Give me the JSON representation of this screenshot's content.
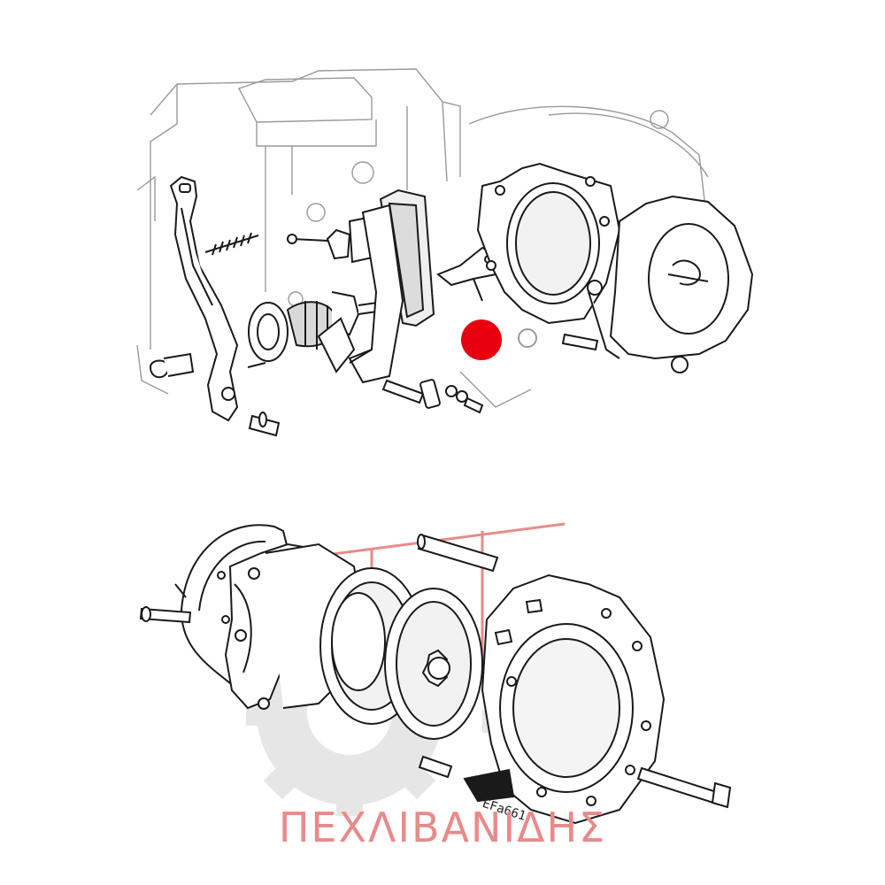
{
  "watermark": {
    "text": "ΠΕΧΛΙΒΑΝΙΔΗΣ",
    "color": "#e88a8a"
  },
  "diagram": {
    "drawing_code": "EFa661",
    "line_color": "#1a1a1a",
    "faint_line_color": "#9a9a9a",
    "gear_watermark_color": "#e6e6e6"
  },
  "marker": {
    "icon": "red-dot-marker",
    "color": "#e8000f"
  }
}
